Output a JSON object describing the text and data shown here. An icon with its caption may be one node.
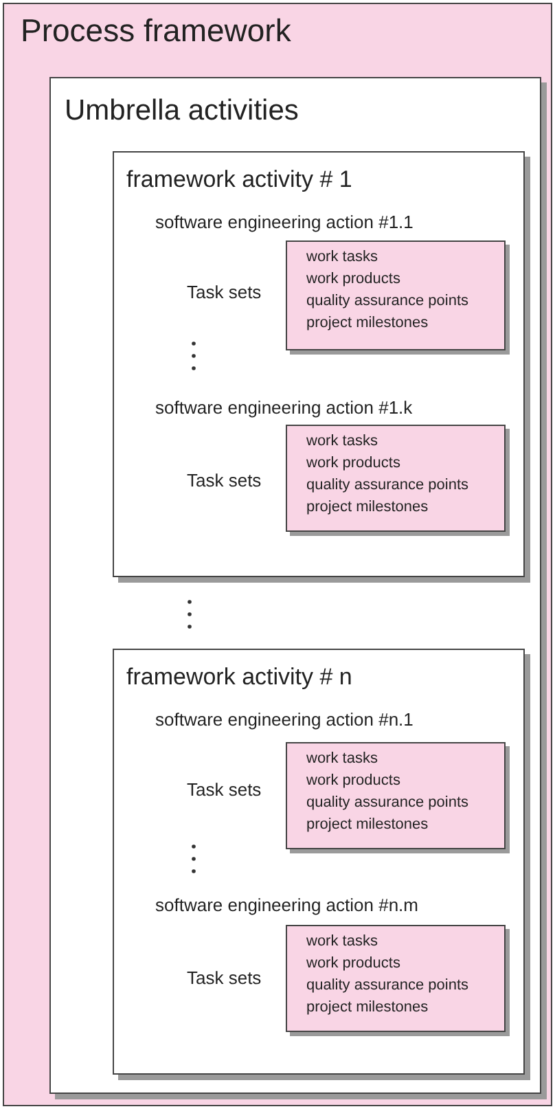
{
  "diagram": {
    "nodes": [
      {
        "text": [
          "Process framework"
        ]
      },
      {
        "text": [
          "Umbrella activities"
        ],
        "in": 0
      },
      {
        "text": [
          "framework activity # 1",
          "software engineering action #1.1",
          "Task sets",
          "software engineering action #1.k",
          "Task sets"
        ],
        "in": 1
      },
      {
        "text": [
          "work tasks",
          "work products",
          "quality assurance points",
          "project milestones"
        ],
        "in": 2
      },
      {
        "text": [
          "work tasks",
          "work products",
          "quality assurance points",
          "project milestones"
        ],
        "in": 2
      },
      {
        "text": [
          "framework activity # n",
          "software engineering action #n.1",
          "Task sets",
          "software engineering action #n.m",
          "Task sets"
        ],
        "in": 1
      },
      {
        "text": [
          "work tasks",
          "work products",
          "quality assurance points",
          "project milestones"
        ],
        "in": 5
      },
      {
        "text": [
          "work tasks",
          "work products",
          "quality assurance points",
          "project milestones"
        ],
        "in": 5
      }
    ],
    "edges": []
  }
}
